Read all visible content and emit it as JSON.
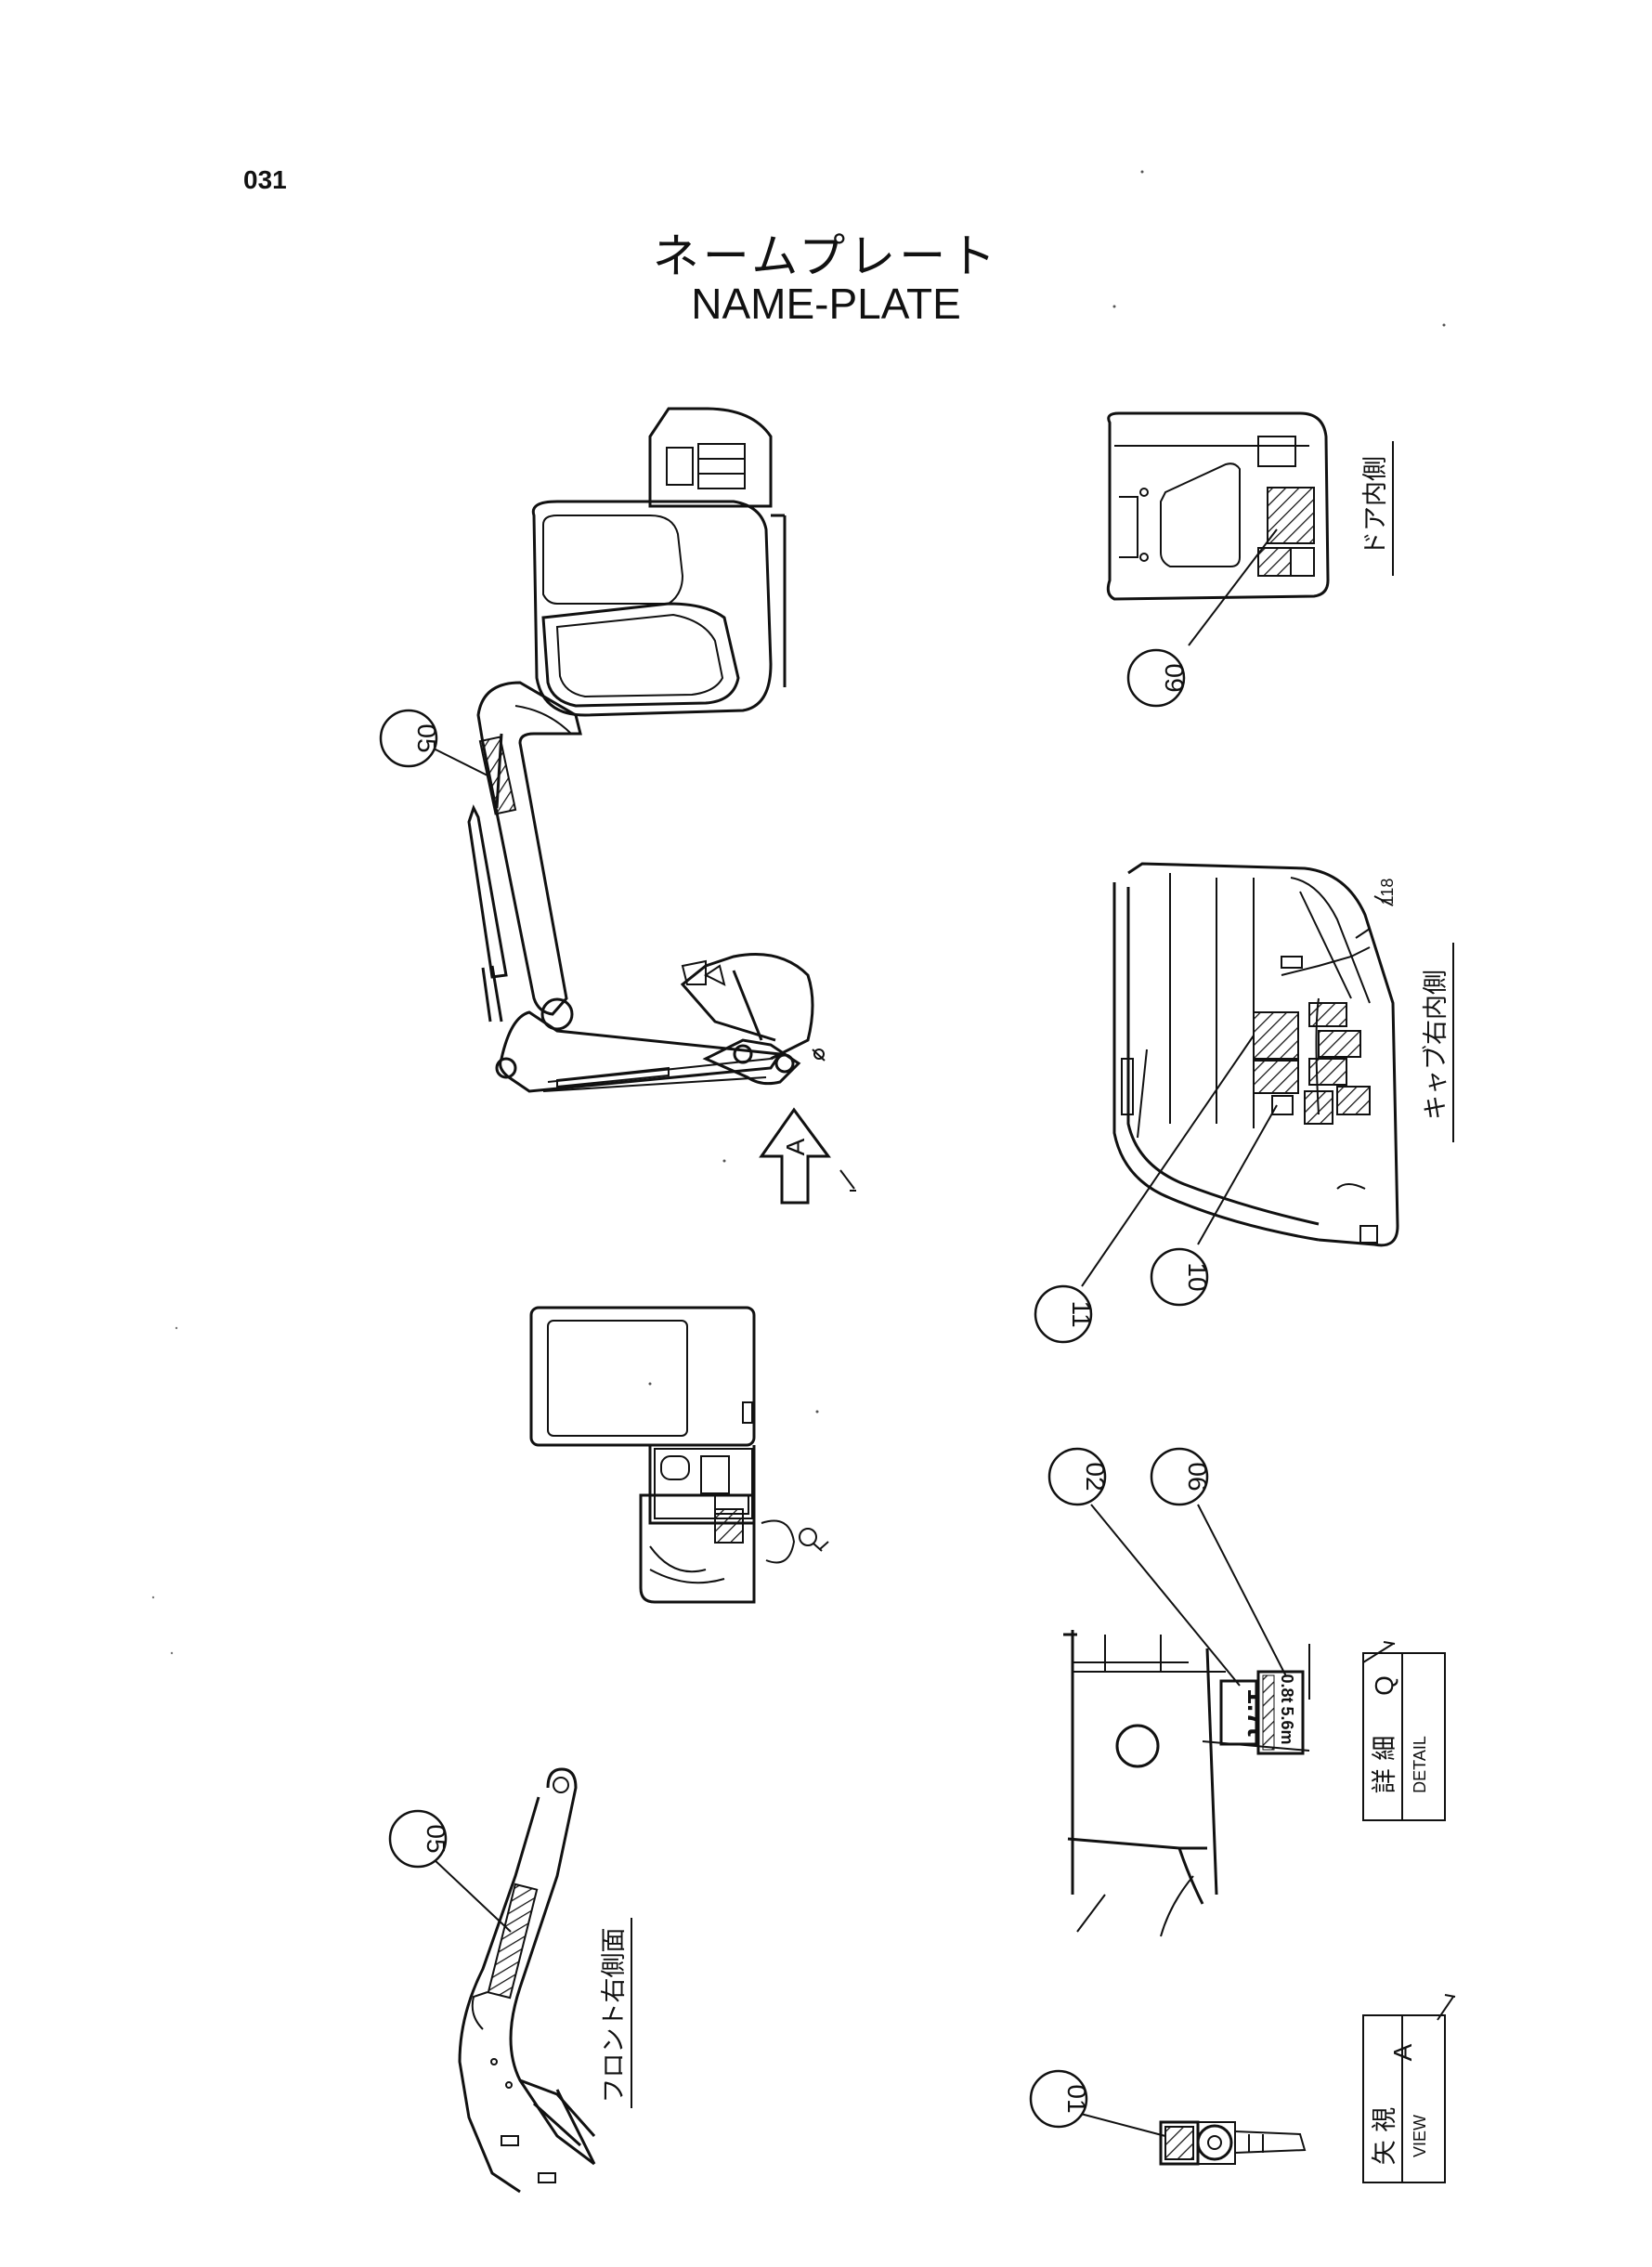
{
  "page_number": "031",
  "title_jp": "ネームプレート",
  "title_en": "NAME-PLATE",
  "callouts": {
    "boom_upper": "05",
    "boom_lower": "05",
    "door": "09",
    "cab_11": "11",
    "cab_10": "10",
    "detail_02": "02",
    "detail_06": "06",
    "view_01": "01"
  },
  "labels": {
    "door_inside": "ドア内側",
    "cab_right_inside": "キャブ右内側",
    "front_right_side": "フロント右側面",
    "detail_jp": "詳 細",
    "detail_en": "DETAIL",
    "detail_letter": "Q",
    "view_jp": "矢 視",
    "view_en": "VIEW",
    "view_letter": "A",
    "arrow_letter": "A",
    "dim_118": "118"
  },
  "plates": {
    "weight": "1.7t",
    "reach": "5.6m",
    "load": "0.8t"
  }
}
